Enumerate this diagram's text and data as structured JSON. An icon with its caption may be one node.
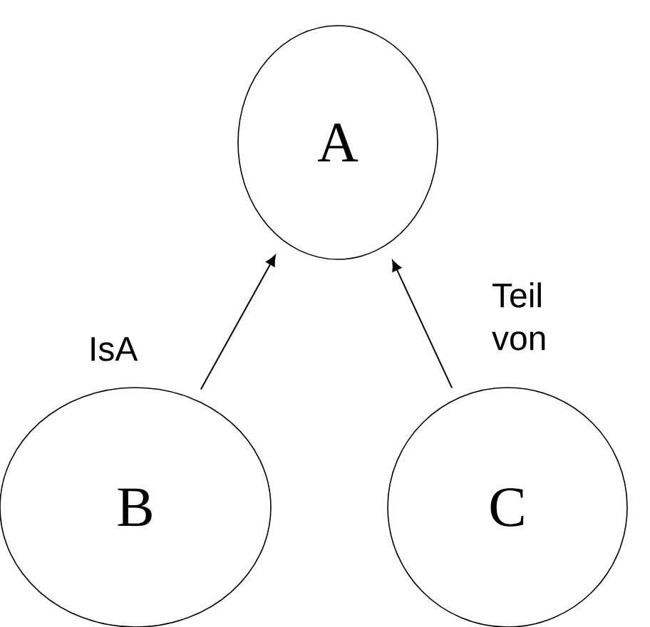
{
  "diagram": {
    "nodes": [
      {
        "text": [
          "A"
        ]
      },
      {
        "text": [
          "B"
        ]
      },
      {
        "text": [
          "C"
        ]
      }
    ],
    "edges": [
      {
        "from": 1,
        "to": 0,
        "arrow": "to",
        "label": "IsA"
      },
      {
        "from": 2,
        "to": 0,
        "arrow": "to",
        "label": "Teil von"
      }
    ]
  }
}
